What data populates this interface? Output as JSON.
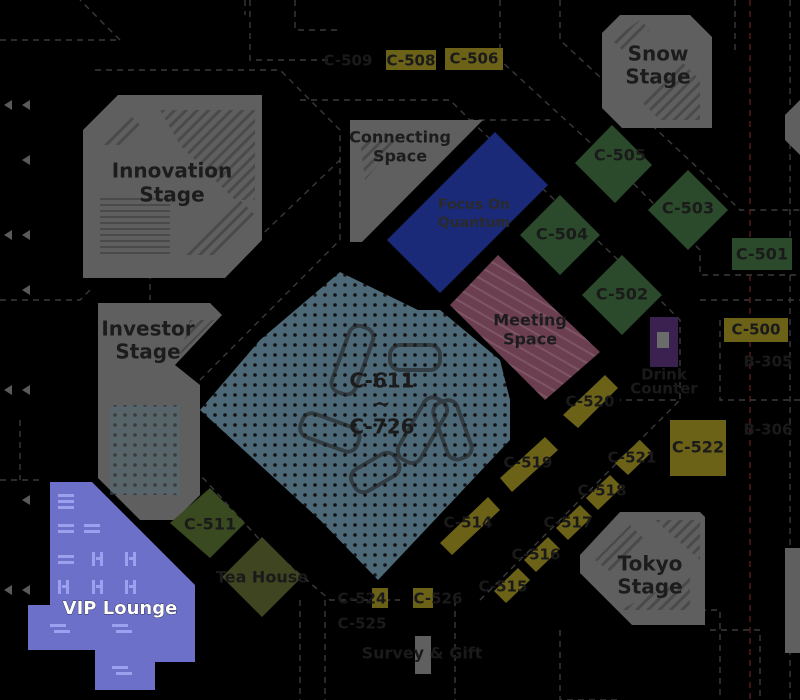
{
  "colors": {
    "background": "#000000",
    "stage_gray": "#5f5f5f",
    "meeting_table": "#4d6978",
    "focus_blue": "#1b2a78",
    "meeting_pink": "#6b3f50",
    "booth_green": "#2b4a2c",
    "booth_yellow": "#6b6218",
    "vip_purple": "#6d70c8",
    "drink_purple": "#3a2150"
  },
  "stages": {
    "innovation": [
      "Innovation",
      "Stage"
    ],
    "investor": [
      "Investor",
      "Stage"
    ],
    "snow": [
      "Snow",
      "Stage"
    ],
    "tokyo": [
      "Tokyo",
      "Stage"
    ],
    "connecting": [
      "Connecting",
      "Space"
    ]
  },
  "areas": {
    "focus": [
      "Focus On",
      "Quantum"
    ],
    "meeting": [
      "Meeting",
      "Space"
    ],
    "center_top": "C-611",
    "center_tilde": "~",
    "center_bottom": "C-726",
    "vip": "VIP Lounge",
    "tea": "Tea House",
    "survey": "Survey & Gift",
    "drink": [
      "Drink",
      "Counter"
    ]
  },
  "booths": {
    "c505": "C-505",
    "c503": "C-503",
    "c504": "C-504",
    "c502": "C-502",
    "c501": "C-501",
    "c500": "C-500",
    "b305": "B-305",
    "b306": "B-306",
    "c509": "C-509",
    "c508": "C-508",
    "c506": "C-506",
    "c520": "C-520",
    "c519": "C-519",
    "c521": "C-521",
    "c522": "C-522",
    "c518": "C-518",
    "c517": "C-517",
    "c514": "C-514",
    "c516": "C-516",
    "c515": "C-515",
    "c526": "C-526",
    "c524": "C-524",
    "c525": "C-525",
    "c511": "C-511"
  }
}
